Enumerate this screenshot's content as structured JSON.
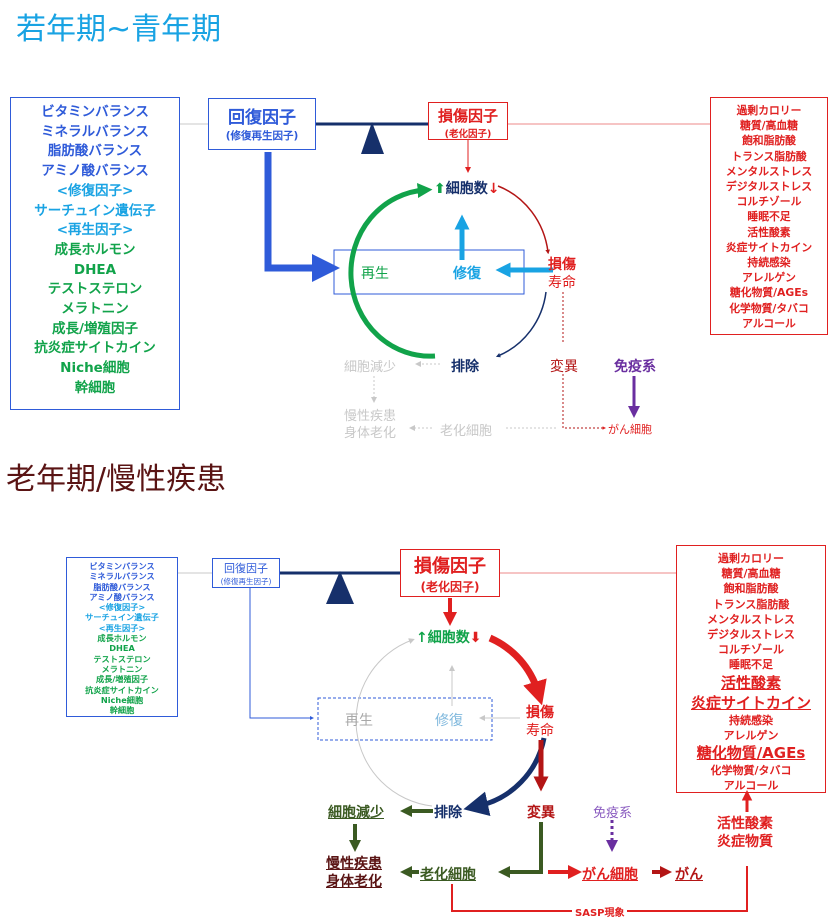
{
  "colors": {
    "blue": "#2f5bd9",
    "cyan": "#19a3e3",
    "green": "#11a34a",
    "red": "#e02020",
    "darkred": "#b31515",
    "navy": "#16306b",
    "purple": "#6a2fa0",
    "gray": "#c8c8c8",
    "darkgreen": "#3b5a22",
    "maroon": "#5a1414"
  },
  "section1": {
    "title": "若年期~青年期",
    "left_list": {
      "blue_items": [
        "ビタミンバランス",
        "ミネラルバランス",
        "脂肪酸バランス",
        "アミノ酸バランス"
      ],
      "cyan_items": [
        "<修復因子>",
        "サーチュイン遺伝子",
        "<再生因子>"
      ],
      "green_items": [
        "成長ホルモン",
        "DHEA",
        "テストステロン",
        "メラトニン",
        "成長/増殖因子",
        "抗炎症サイトカイン",
        "Niche細胞",
        "幹細胞"
      ]
    },
    "recovery": {
      "title": "回復因子",
      "subtitle": "(修復再生因子)"
    },
    "damage": {
      "title": "損傷因子",
      "subtitle": "(老化因子)"
    },
    "right_list": [
      "過剰カロリー",
      "糖質/高血糖",
      "飽和脂肪酸",
      "トランス脂肪酸",
      "メンタルストレス",
      "デジタルストレス",
      "コルチゾール",
      "睡眠不足",
      "活性酸素",
      "炎症サイトカイン",
      "持続感染",
      "アレルゲン",
      "糖化物質/AGEs",
      "化学物質/タバコ",
      "アルコール"
    ],
    "cycle": {
      "cell_count": "細胞数",
      "up": "⬆",
      "down": "↓",
      "regen": "再生",
      "repair": "修復",
      "damage": "損傷",
      "lifespan": "寿命",
      "excretion": "排除",
      "mutation": "変異",
      "immune": "免疫系",
      "cell_decrease": "細胞減少",
      "disease": "慢性疾患",
      "aging": "身体老化",
      "senescent": "老化細胞",
      "cancer_cell": "がん細胞"
    }
  },
  "section2": {
    "title": "老年期/慢性疾患",
    "left_list": {
      "blue_items": [
        "ビタミンバランス",
        "ミネラルバランス",
        "脂肪酸バランス",
        "アミノ酸バランス"
      ],
      "cyan_items": [
        "<修復因子>",
        "サーチュイン遺伝子",
        "<再生因子>"
      ],
      "green_items": [
        "成長ホルモン",
        "DHEA",
        "テストステロン",
        "メラトニン",
        "成長/増殖因子",
        "抗炎症サイトカイン",
        "Niche細胞",
        "幹細胞"
      ]
    },
    "recovery": {
      "title": "回復因子",
      "subtitle": "(修復再生因子)"
    },
    "damage": {
      "title": "損傷因子",
      "subtitle": "(老化因子)"
    },
    "right_list": [
      "過剰カロリー",
      "糖質/高血糖",
      "飽和脂肪酸",
      "トランス脂肪酸",
      "メンタルストレス",
      "デジタルストレス",
      "コルチゾール",
      "睡眠不足",
      "活性酸素",
      "炎症サイトカイン",
      "持続感染",
      "アレルゲン",
      "糖化物質/AGEs",
      "化学物質/タバコ",
      "アルコール"
    ],
    "cycle": {
      "cell_count": "細胞数",
      "up": "↑",
      "down": "⬇",
      "regen": "再生",
      "repair": "修復",
      "damage": "損傷",
      "lifespan": "寿命",
      "excretion": "排除",
      "mutation": "変異",
      "immune": "免疫系",
      "cell_decrease": "細胞減少",
      "disease": "慢性疾患",
      "aging": "身体老化",
      "senescent": "老化細胞",
      "cancer_cell": "がん細胞",
      "cancer": "がん",
      "sasp": "SASP現象",
      "ros": "活性酸素",
      "inflammatory": "炎症物質"
    }
  }
}
